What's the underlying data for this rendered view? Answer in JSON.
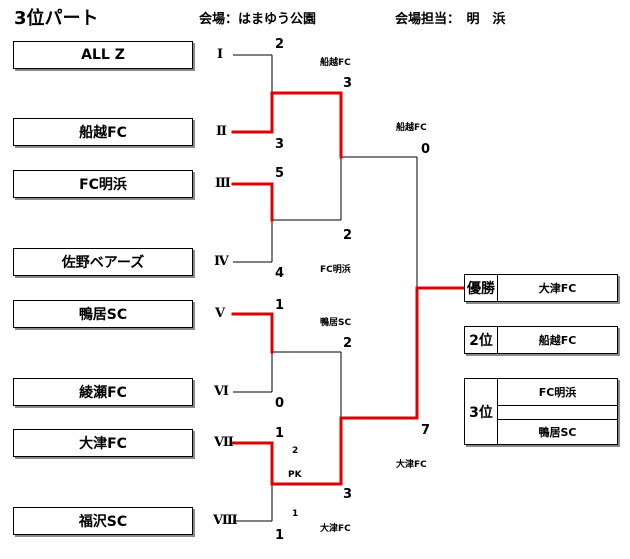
{
  "header": {
    "title": "3位パート",
    "venue": "会場：はまゆう公園",
    "venue_staff": "会場担当：　明　浜"
  },
  "teams": [
    {
      "name": "ALL Z",
      "seed": "Ⅰ"
    },
    {
      "name": "船越FC",
      "seed": "Ⅱ"
    },
    {
      "name": "FC明浜",
      "seed": "Ⅲ"
    },
    {
      "name": "佐野ベアーズ",
      "seed": "Ⅳ"
    },
    {
      "name": "鴨居SC",
      "seed": "Ⅴ"
    },
    {
      "name": "綾瀬FC",
      "seed": "Ⅵ"
    },
    {
      "name": "大津FC",
      "seed": "Ⅶ"
    },
    {
      "name": "福沢SC",
      "seed": "Ⅷ"
    }
  ],
  "round1": [
    {
      "top_score": "2",
      "bottom_score": "3",
      "winner": "船越FC"
    },
    {
      "top_score": "5",
      "bottom_score": "4",
      "winner": "FC明浜"
    },
    {
      "top_score": "1",
      "bottom_score": "0",
      "winner": "鴨居SC"
    },
    {
      "top_score": "1",
      "bottom_score": "1",
      "winner": "大津FC",
      "pk_top": "2",
      "pk_bottom": "1",
      "pk_label": "PK"
    }
  ],
  "semifinal": [
    {
      "top_score": "3",
      "bottom_score": "2",
      "winner": "船越FC"
    },
    {
      "top_score": "2",
      "bottom_score": "3",
      "winner": "大津FC"
    }
  ],
  "final": {
    "top_score": "0",
    "bottom_score": "7",
    "top_team": "船越FC",
    "bottom_team": "大津FC"
  },
  "results": {
    "champion_label": "優勝",
    "champion": "大津FC",
    "second_label": "2位",
    "second": "船越FC",
    "third_label": "3位",
    "third": [
      "FC明浜",
      "鴨居SC"
    ]
  },
  "colors": {
    "win_line": "#e00000",
    "line": "#000000"
  }
}
